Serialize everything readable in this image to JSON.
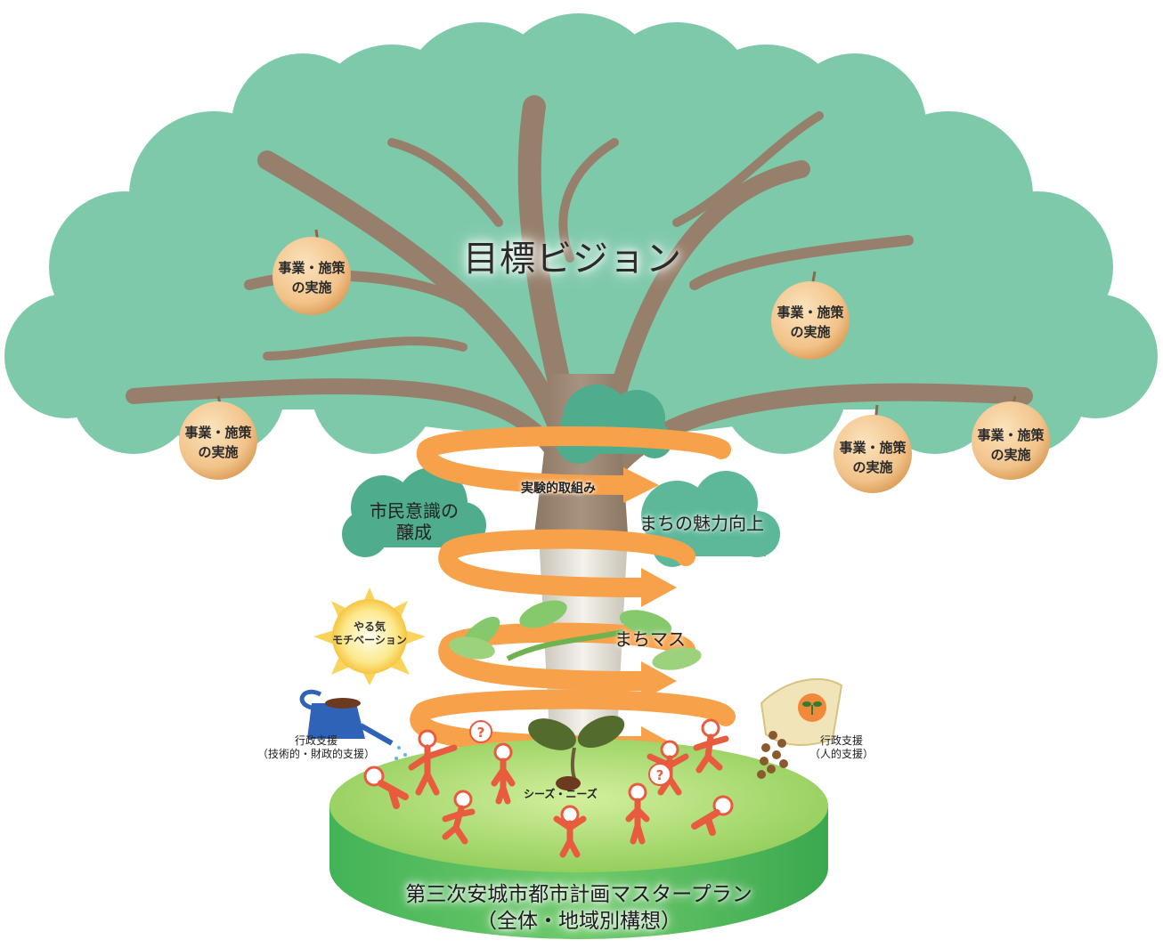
{
  "vision_title": "目標ビジョン",
  "fruit_label": [
    "事業・施策",
    "の実施"
  ],
  "spiral_label": "実験的取組み",
  "cloud_left": [
    "市民意識の",
    "醸成"
  ],
  "cloud_right": "まちの魅力向上",
  "growth_label": "まちマス",
  "sun": [
    "やる気",
    "モチベーション"
  ],
  "support_left": [
    "行政支援",
    "（技術的・財政的支援）"
  ],
  "support_right": [
    "行政支援",
    "（人的支援）"
  ],
  "seed_label": "シーズ・ニーズ",
  "plan": [
    "第三次安城市都市計画マスタープラン",
    "（全体・地域別構想）"
  ],
  "colors": {
    "canopy": "#7fc9ab",
    "trunk": "#97806b",
    "arrow": "#f7a24a",
    "ground_top": "#9bd45f",
    "ground_side": "#4cba5a",
    "fruit": "#f3c891",
    "inner_cloud": "#4fad8d",
    "sun": "#f9e37a",
    "figures": "#e85b3f"
  },
  "icons": [
    "watering-can-icon",
    "seed-bag-icon",
    "question-mark-icon",
    "sprout-icon"
  ]
}
